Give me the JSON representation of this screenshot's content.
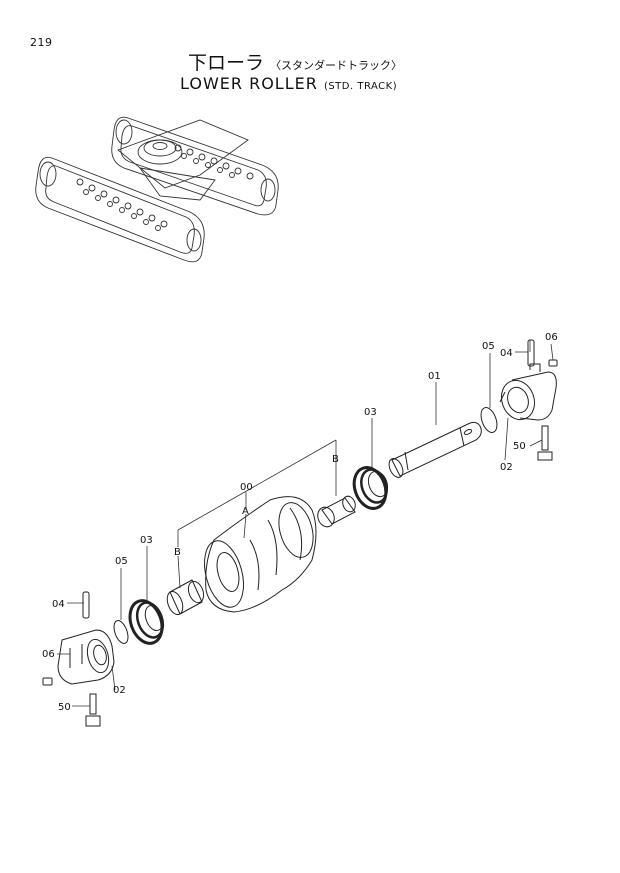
{
  "page_number": "219",
  "title_jp": "下ローラ",
  "title_jp_sub": "〈スタンダードトラック〉",
  "title_en": "LOWER ROLLER",
  "title_en_sub": "(STD. TRACK)",
  "callouts": {
    "part_01": "01",
    "part_02_left": "02",
    "part_02_right": "02",
    "part_03_left": "03",
    "part_03_right": "03",
    "part_04_left": "04",
    "part_04_right": "04",
    "part_05_left": "05",
    "part_05_right": "05",
    "part_06_left": "06",
    "part_06_right": "06",
    "part_50_left": "50",
    "part_50_right": "50",
    "assembly_00": "00",
    "sub_a": "A",
    "sub_b_left": "B",
    "sub_b_right": "B"
  }
}
